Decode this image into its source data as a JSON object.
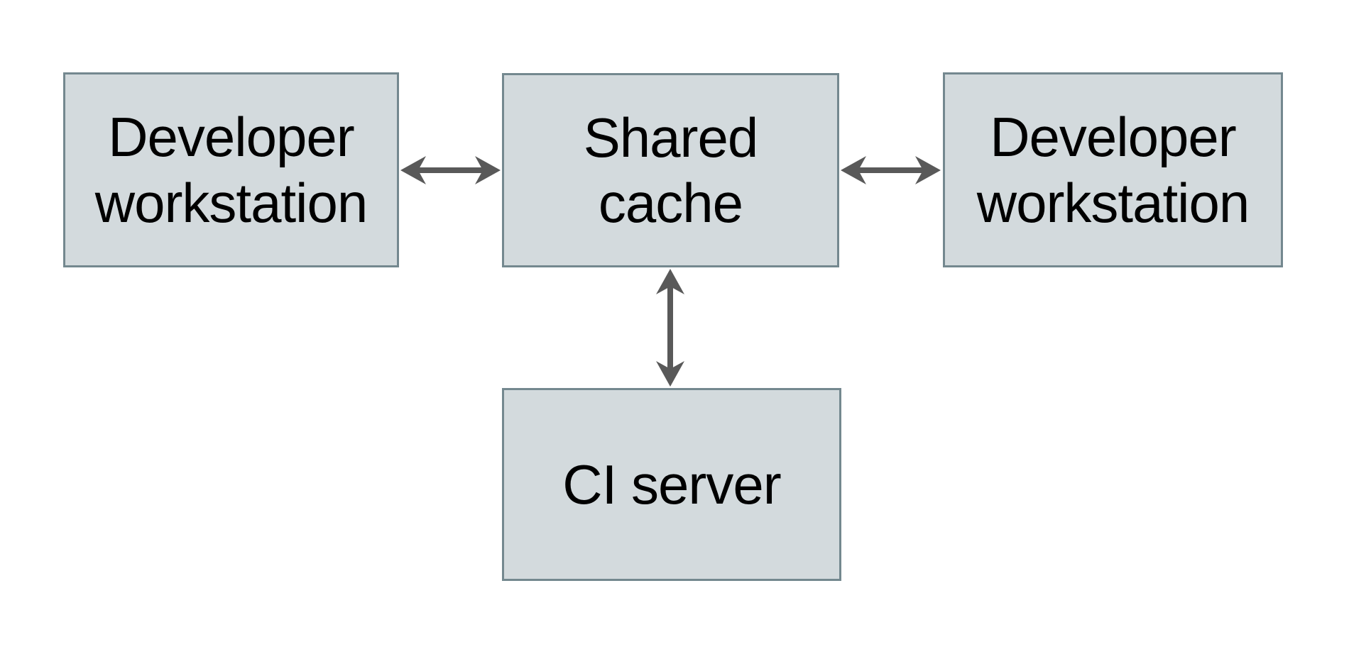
{
  "diagram": {
    "type": "architecture-diagram",
    "nodes": [
      {
        "id": "developer-workstation-left",
        "label": "Developer\nworkstation"
      },
      {
        "id": "shared-cache",
        "label": "Shared\ncache"
      },
      {
        "id": "developer-workstation-right",
        "label": "Developer\nworkstation"
      },
      {
        "id": "ci-server",
        "label": "CI server"
      }
    ],
    "edges": [
      {
        "from": "developer-workstation-left",
        "to": "shared-cache",
        "direction": "bidirectional",
        "orientation": "horizontal"
      },
      {
        "from": "shared-cache",
        "to": "developer-workstation-right",
        "direction": "bidirectional",
        "orientation": "horizontal"
      },
      {
        "from": "shared-cache",
        "to": "ci-server",
        "direction": "bidirectional",
        "orientation": "vertical"
      }
    ],
    "colors": {
      "background": "#ffffff",
      "node_fill": "#d3dadd",
      "node_border": "#74888f",
      "arrow": "#595959",
      "text": "#000000"
    }
  }
}
